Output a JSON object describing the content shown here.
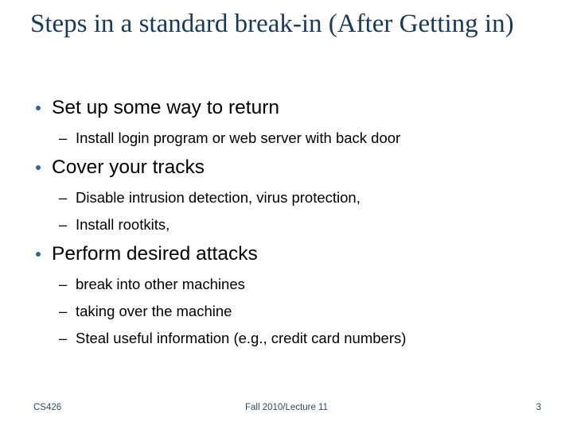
{
  "slide": {
    "title": "Steps in a standard break-in (After Getting in)",
    "title_color": "#17395B",
    "background_color": "#FFFFFF",
    "bullet_color": "#3B5E9B",
    "body_text_color": "#000000",
    "bullets": [
      {
        "text": "Set up some way to return",
        "sub": [
          {
            "marker": "–",
            "text": "Install login program or web server with back door"
          }
        ]
      },
      {
        "text": "Cover your tracks",
        "sub": [
          {
            "marker": "–",
            "text": "Disable intrusion detection, virus protection,"
          },
          {
            "marker": "–",
            "text": "Install rootkits,"
          }
        ]
      },
      {
        "text": "Perform desired attacks",
        "sub": [
          {
            "marker": "–",
            "text": "break into other machines"
          },
          {
            "marker": "–",
            "text": "taking over the machine"
          },
          {
            "marker": "–",
            "text": "Steal useful information (e.g., credit card numbers)"
          }
        ]
      }
    ]
  },
  "footer": {
    "course": "CS426",
    "center": "Fall 2010/Lecture 11",
    "page_number": "3",
    "color": "#2F4A63"
  }
}
